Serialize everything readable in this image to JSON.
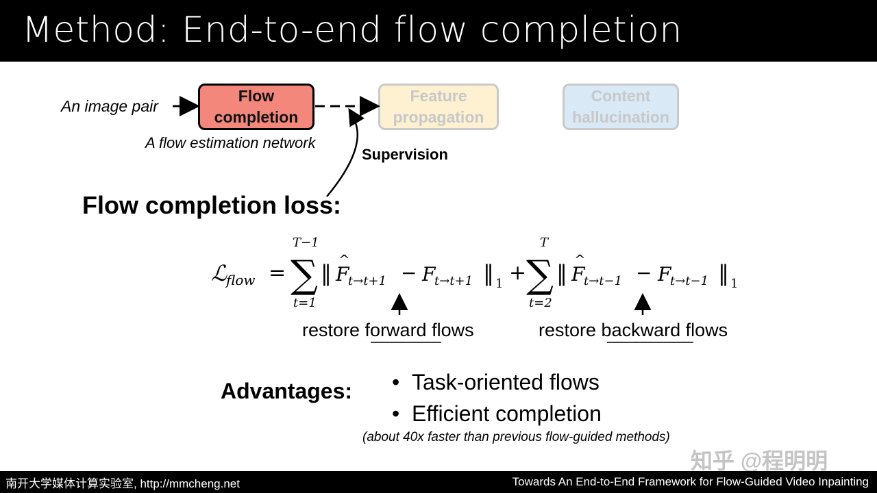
{
  "title": "Method: End-to-end flow completion",
  "pipeline": {
    "input_label": "An image pair",
    "flow_box": [
      "Flow",
      "completion"
    ],
    "feature_box": [
      "Feature",
      "propagation"
    ],
    "content_box": [
      "Content",
      "hallucination"
    ],
    "estimation_label": "A flow estimation network",
    "supervision_label": "Supervision"
  },
  "loss_heading": "Flow completion loss:",
  "formula": {
    "lhs": "ℒ",
    "lhs_sub": "flow",
    "equals": "=",
    "sum1_top": "T−1",
    "sum1_bottom": "t=1",
    "sum2_top": "T",
    "sum2_bottom": "t=2",
    "F": "F",
    "hat": "^",
    "term1_hat_sub": "t→t+1",
    "term1_sub": "t→t+1",
    "term2_hat_sub": "t→t−1",
    "term2_sub": "t→t−1",
    "norm_sub": "1",
    "minus": "−",
    "plus": "+",
    "sigma": "∑",
    "norm": "‖"
  },
  "forward_caption": {
    "pre": "restore ",
    "key": "forward",
    "post": " flows"
  },
  "backward_caption": {
    "pre": "restore ",
    "key": "backward",
    "post": " flows"
  },
  "advantages": {
    "label": "Advantages:",
    "items": [
      "Task-oriented flows",
      "Efficient completion"
    ],
    "note": "(about 40x faster than previous flow-guided methods)"
  },
  "watermark": "知乎 @程明明",
  "footer": {
    "left": "南开大学媒体计算实验室, http://mmcheng.net",
    "right": "Towards An End-to-End Framework for Flow-Guided Video Inpainting"
  },
  "colors": {
    "title_bar": "#000000",
    "flow_box": "#f4877c",
    "feature_box": "#fdf1d1",
    "content_box": "#d9e9f6"
  }
}
